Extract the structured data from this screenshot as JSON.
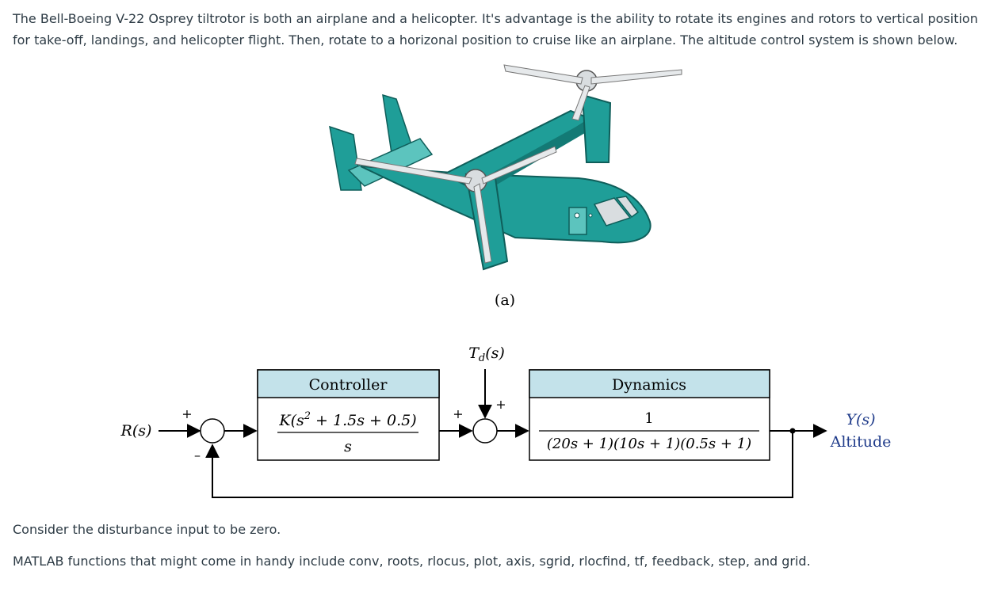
{
  "intro_text": "The Bell-Boeing V-22 Osprey tiltrotor is both an airplane and a helicopter.  It's advantage is the ability to rotate its engines and rotors to vertical position for take-off, landings, and helicopter flight.  Then, rotate to a horizonal position to cruise like an airplane.  The altitude control system is shown below.",
  "figure": {
    "caption_a": "(a)",
    "disturbance_label": "T",
    "disturbance_sub": "d",
    "disturbance_arg": "(s)",
    "input_label": "R(s)",
    "output_label": "Y(s)",
    "output_name": "Altitude",
    "sum1_plus": "+",
    "sum1_minus": "–",
    "sum2_plus_left": "+",
    "sum2_plus_top": "+",
    "controller": {
      "title": "Controller",
      "numerator_pre": "K(s",
      "numerator_exp": "2",
      "numerator_post": " + 1.5s + 0.5)",
      "denominator": "s"
    },
    "dynamics": {
      "title": "Dynamics",
      "numerator": "1",
      "denominator": "(20s + 1)(10s + 1)(0.5s + 1)"
    }
  },
  "note_disturbance": "Consider the disturbance input to be zero.",
  "note_matlab": "MATLAB functions that might come in handy include conv, roots, rlocus, plot, axis, sgrid, rlocfind, tf, feedback, step, and grid.",
  "colors": {
    "aircraft_body": "#1f9e98",
    "aircraft_dark": "#137a75",
    "aircraft_light": "#5cc4be",
    "rotor": "#d9dde0",
    "block_header": "#c3e2ea"
  }
}
